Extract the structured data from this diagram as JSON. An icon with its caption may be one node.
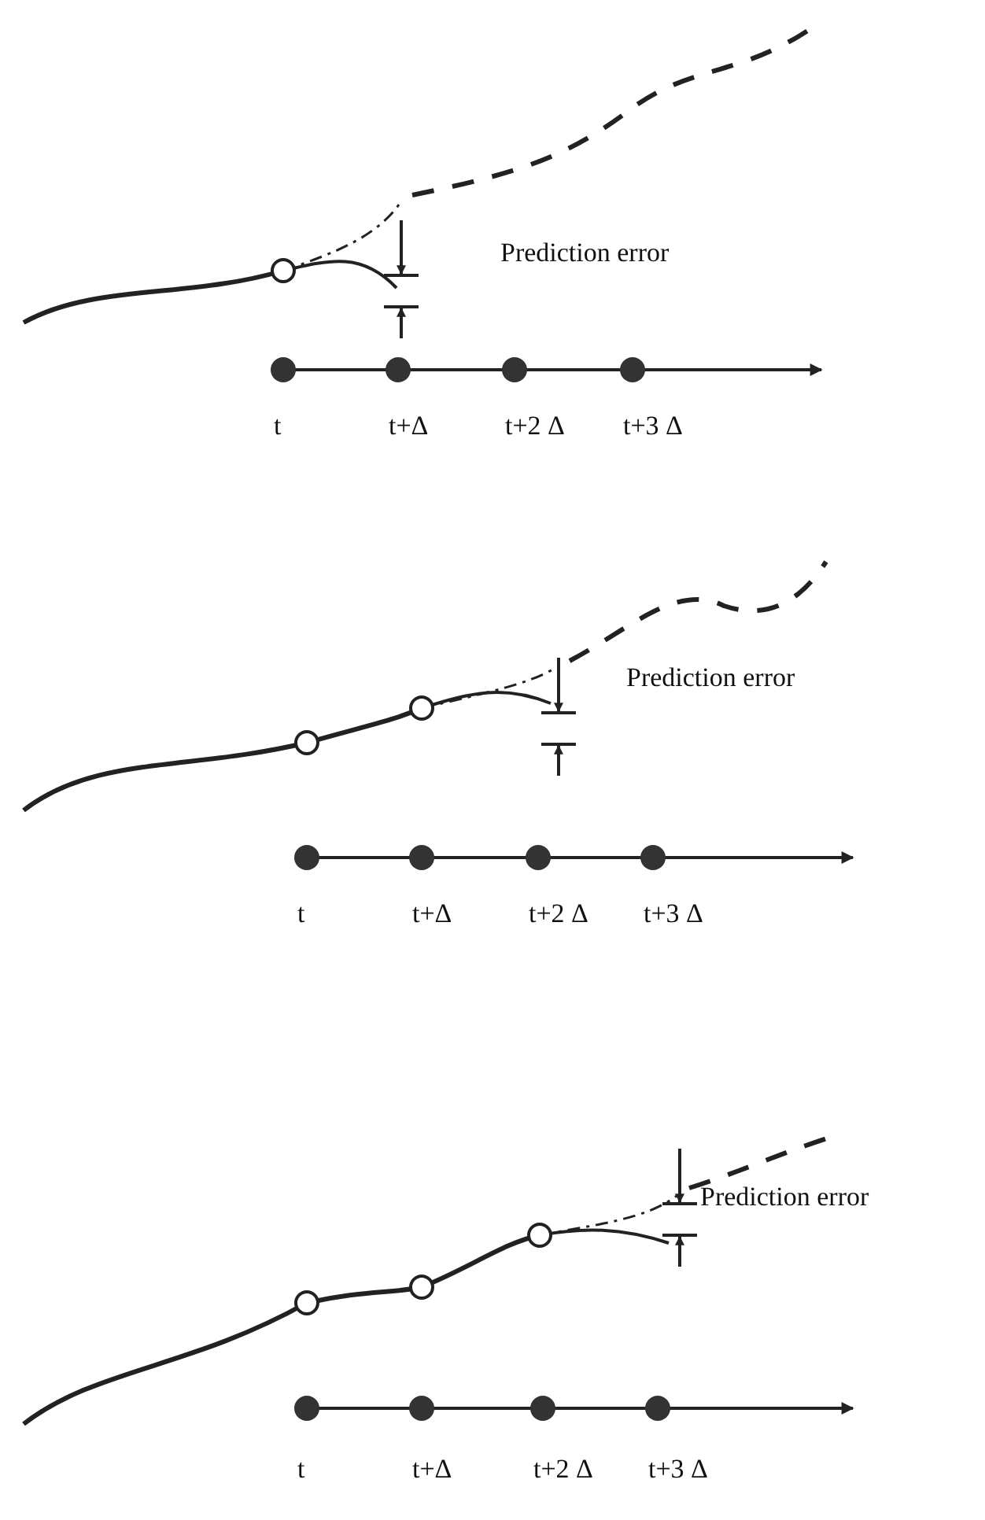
{
  "diagram": {
    "labels": [
      "Prediction error",
      "t",
      "t+Δ",
      "t+2 Δ",
      "t+3 Δ",
      "Prediction error",
      "t",
      "t+Δ",
      "t+2 Δ",
      "t+3 Δ",
      "Prediction error",
      "t",
      "t+Δ",
      "t+2 Δ",
      "t+3 Δ"
    ]
  }
}
